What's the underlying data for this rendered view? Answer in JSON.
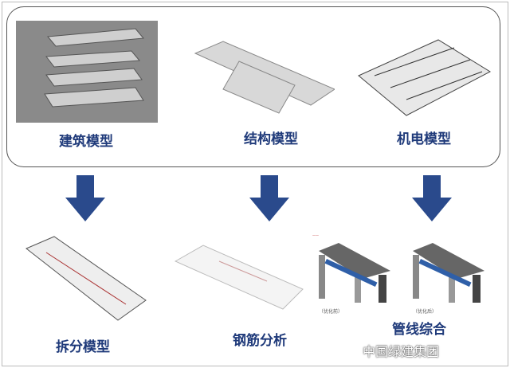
{
  "top_labels": [
    "建筑模型",
    "结构模型",
    "机电模型"
  ],
  "bottom_labels": [
    "拆分模型",
    "钢筋分析",
    "管线综合"
  ],
  "captions": [
    "（优化前）",
    "（优化后）"
  ],
  "watermark": "中国绿建集团",
  "colors": {
    "label": "#1f3a7a",
    "arrow": "#2a4a8c"
  }
}
